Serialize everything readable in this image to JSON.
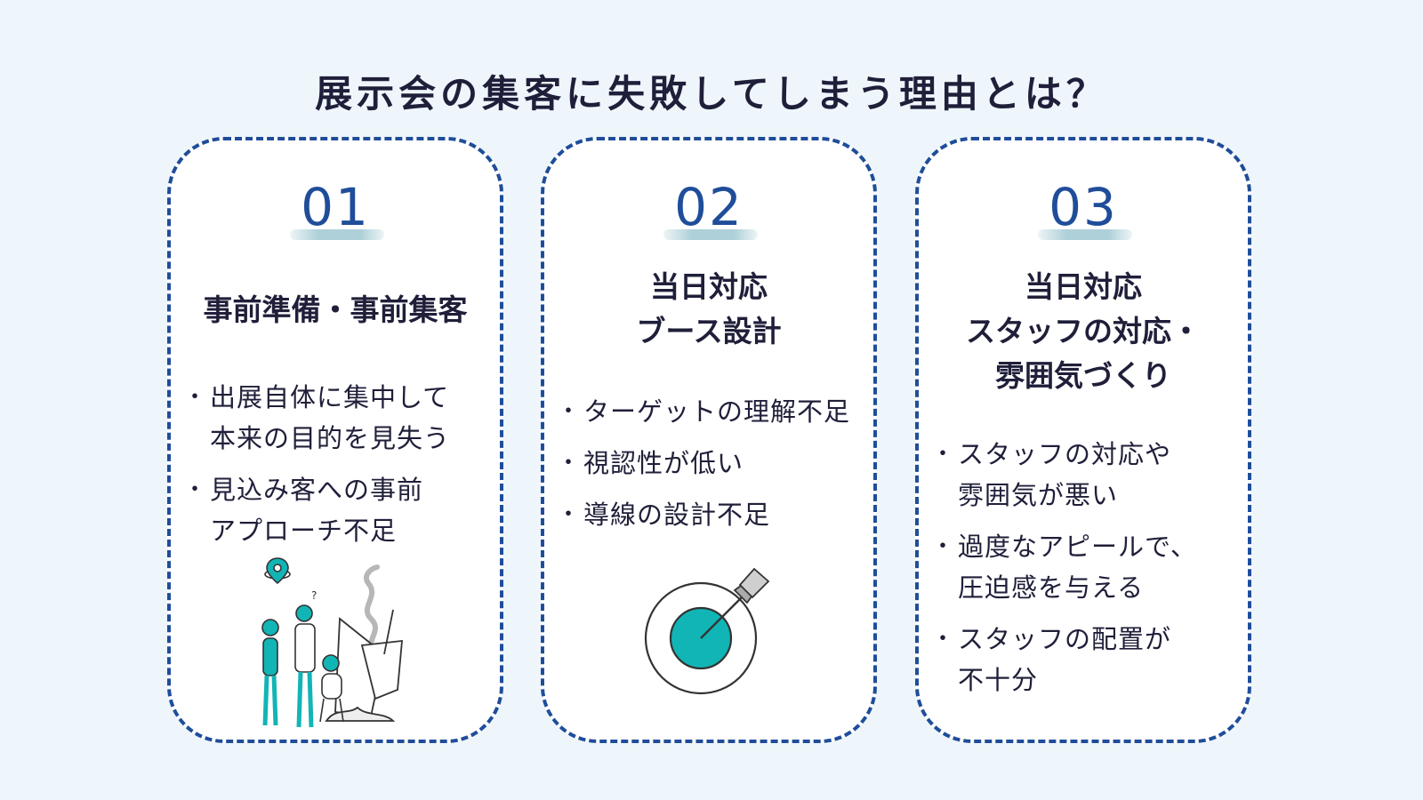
{
  "title": "展示会の集客に失敗してしまう理由とは？",
  "colors": {
    "accent": "#1f4d99",
    "teal": "#12b5b5",
    "background": "#eef6fb"
  },
  "cards": [
    {
      "number": "01",
      "title": [
        "事前準備・事前集客"
      ],
      "bullets": [
        [
          "出展自体に集中して",
          "本来の目的を見失う"
        ],
        [
          "見込み客への事前",
          "アプローチ不足"
        ]
      ],
      "illustration": "people-with-broken-booth"
    },
    {
      "number": "02",
      "title": [
        "当日対応",
        "ブース設計"
      ],
      "bullets": [
        [
          "ターゲットの理解不足"
        ],
        [
          "視認性が低い"
        ],
        [
          "導線の設計不足"
        ]
      ],
      "illustration": "target-with-arrow"
    },
    {
      "number": "03",
      "title": [
        "当日対応",
        "スタッフの対応・",
        "雰囲気づくり"
      ],
      "bullets": [
        [
          "スタッフの対応や",
          "雰囲気が悪い"
        ],
        [
          "過度なアピールで、",
          "圧迫感を与える"
        ],
        [
          "スタッフの配置が",
          "不十分"
        ]
      ]
    }
  ]
}
